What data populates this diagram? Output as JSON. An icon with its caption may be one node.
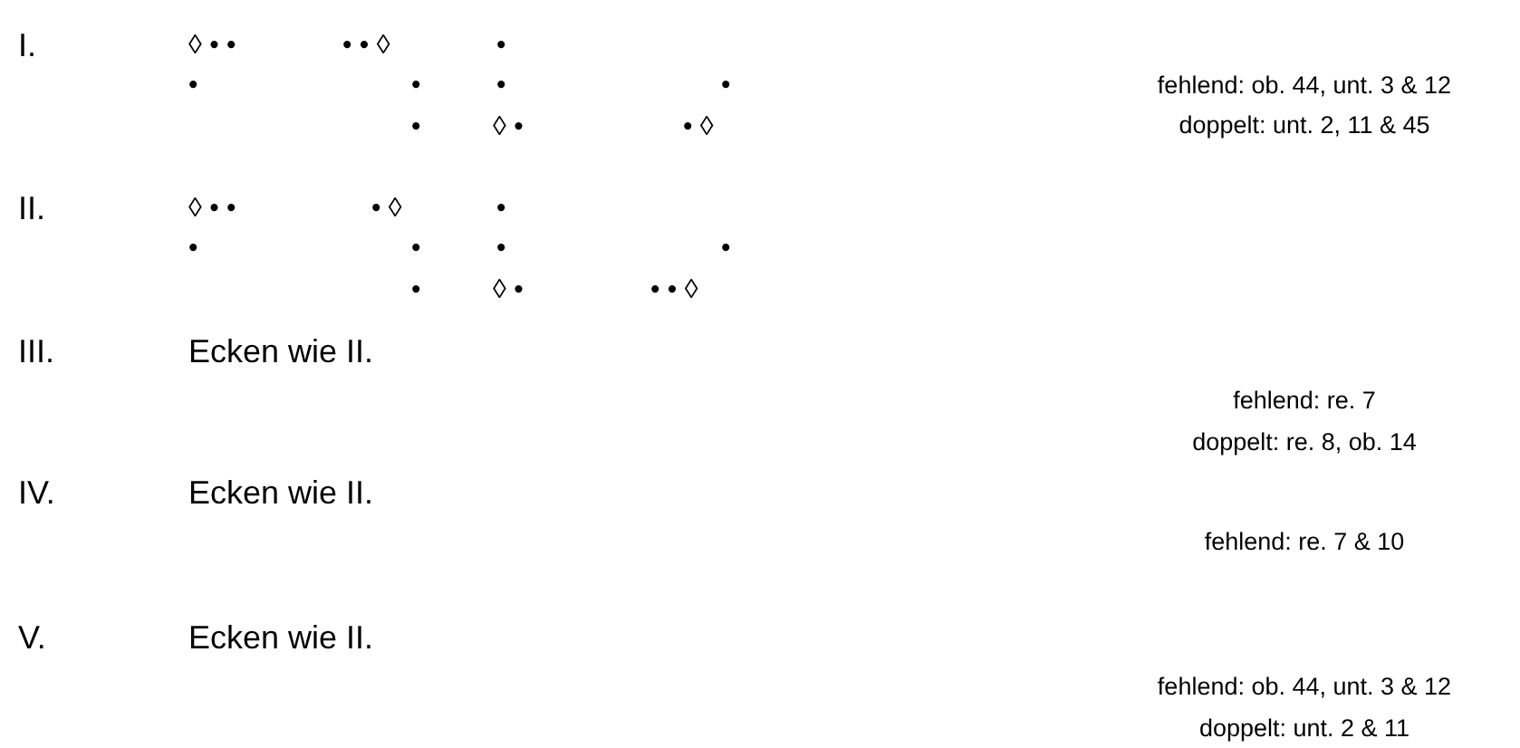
{
  "diagram": {
    "labels": [
      "I.",
      "◊ • •",
      "• • ◊",
      "•",
      "•",
      "•",
      "•",
      "•",
      "fehlend: ob. 44, unt. 3 & 12",
      "•",
      "◊ •",
      "• ◊",
      "doppelt: unt. 2, 11 & 45",
      "II.",
      "◊ • •",
      "• ◊",
      "•",
      "•",
      "•",
      "•",
      "•",
      "•",
      "◊ •",
      "• • ◊",
      "III.",
      "Ecken wie II.",
      "fehlend: re. 7",
      "doppelt: re. 8, ob. 14",
      "IV.",
      "Ecken wie II.",
      "fehlend: re. 7 & 10",
      "V.",
      "Ecken wie II.",
      "fehlend: ob. 44, unt. 3 & 12",
      "doppelt: unt. 2 & 11"
    ]
  }
}
